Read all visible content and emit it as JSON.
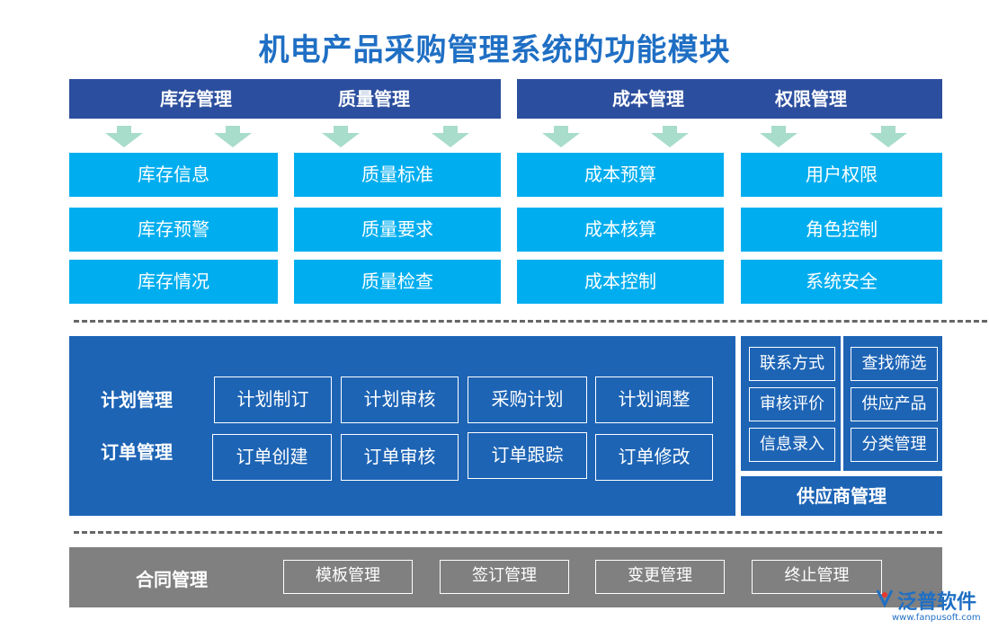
{
  "title": "机电产品采购管理系统的功能模块",
  "top_headers": [
    "库存管理",
    "质量管理",
    "成本管理",
    "权限管理"
  ],
  "top_columns": [
    [
      "库存信息",
      "库存预警",
      "库存情况"
    ],
    [
      "质量标准",
      "质量要求",
      "质量检查"
    ],
    [
      "成本预算",
      "成本核算",
      "成本控制"
    ],
    [
      "用户权限",
      "角色控制",
      "系统安全"
    ]
  ],
  "plan": {
    "labels": [
      "计划管理",
      "订单管理"
    ],
    "row1": [
      "计划制订",
      "计划审核",
      "采购计划",
      "计划调整"
    ],
    "row2": [
      "订单创建",
      "订单审核",
      "订单跟踪",
      "订单修改"
    ]
  },
  "supplier": {
    "title": "供应商管理",
    "left": [
      "联系方式",
      "审核评价",
      "信息录入"
    ],
    "right": [
      "查找筛选",
      "供应产品",
      "分类管理"
    ]
  },
  "contract": {
    "label": "合同管理",
    "items": [
      "模板管理",
      "签订管理",
      "变更管理",
      "终止管理"
    ]
  },
  "logo": {
    "name": "泛普软件",
    "url": "www.fanpusoft.com"
  },
  "colors": {
    "header": "#2b4e9e",
    "cell": "#00aeef",
    "panel": "#1d64b5",
    "contract": "#808080",
    "arrow": "#a8dccb",
    "title": "#1f6fc4"
  }
}
